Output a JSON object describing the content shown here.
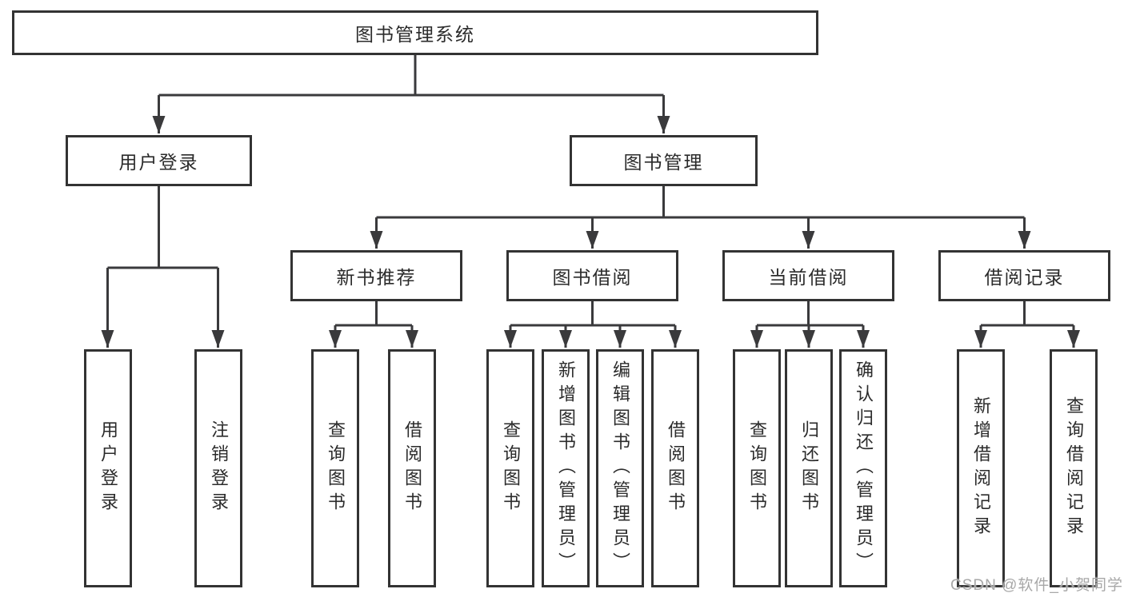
{
  "nodes": {
    "root": {
      "label": "图书管理系统"
    },
    "level2": [
      {
        "label": "用户登录",
        "parent": "图书管理系统"
      },
      {
        "label": "图书管理",
        "parent": "图书管理系统"
      }
    ],
    "level3": [
      {
        "label": "新书推荐",
        "parent": "图书管理"
      },
      {
        "label": "图书借阅",
        "parent": "图书管理"
      },
      {
        "label": "当前借阅",
        "parent": "图书管理"
      },
      {
        "label": "借阅记录",
        "parent": "图书管理"
      }
    ],
    "leaves": [
      {
        "label": "用户登录",
        "parent": "用户登录"
      },
      {
        "label": "注销登录",
        "parent": "用户登录"
      },
      {
        "label": "查询图书",
        "parent": "新书推荐"
      },
      {
        "label": "借阅图书",
        "parent": "新书推荐"
      },
      {
        "label": "查询图书",
        "parent": "图书借阅"
      },
      {
        "label": "新增图书（管理员）",
        "parent": "图书借阅"
      },
      {
        "label": "编辑图书（管理员）",
        "parent": "图书借阅"
      },
      {
        "label": "借阅图书",
        "parent": "图书借阅"
      },
      {
        "label": "查询图书",
        "parent": "当前借阅"
      },
      {
        "label": "归还图书",
        "parent": "当前借阅"
      },
      {
        "label": "确认归还（管理员）",
        "parent": "当前借阅"
      },
      {
        "label": "新增借阅记录",
        "parent": "借阅记录"
      },
      {
        "label": "查询借阅记录",
        "parent": "借阅记录"
      }
    ]
  },
  "watermark": "CSDN @软件_小贺同学",
  "colors": {
    "line": "#3a3a3c",
    "border": "#333333",
    "text": "#2b2b2b",
    "watermark": "#a8a8a8",
    "background": "#ffffff"
  }
}
